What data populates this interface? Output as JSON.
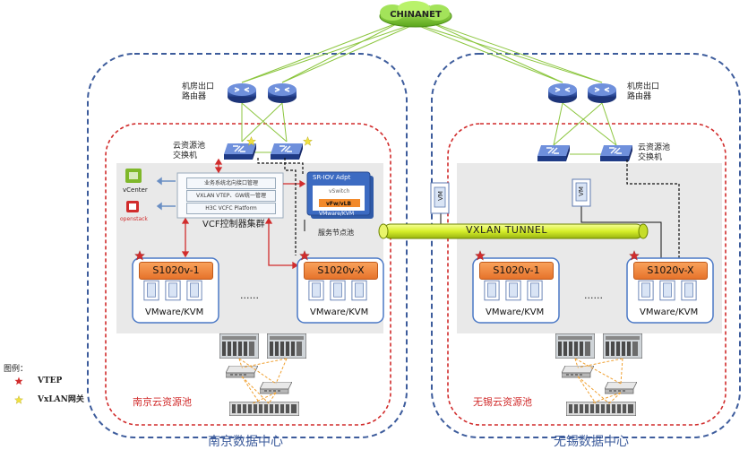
{
  "internet": {
    "label": "CHINANET"
  },
  "datacenters": [
    {
      "name": "南京数据中心",
      "pool": "南京云资源池",
      "router_label": "机房出口\n路由器",
      "switch_label": "云资源池\n交换机"
    },
    {
      "name": "无锡数据中心",
      "pool": "无锡云资源池",
      "router_label": "机房出口\n路由器",
      "switch_label": "云资源池\n交换机"
    }
  ],
  "controller": {
    "rows": [
      "业务系统北向接口管理",
      "VXLAN VTEP、GW统一管理",
      "H3C VCFC Platform"
    ],
    "cluster_label": "VCF控制器集群",
    "vcenter": "vCenter",
    "openstack": "openstack"
  },
  "service_node": {
    "title": "SR-IOV Adpt",
    "vswitch": "vSwitch",
    "vfw": "vFw/vLB",
    "hypervisor": "VMware/KVM",
    "label": "服务节点池"
  },
  "vm_label": "VM",
  "tunnel": {
    "label": "VXLAN TUNNEL"
  },
  "servers": [
    {
      "name": "S1020v-1",
      "hypervisor": "VMware/KVM"
    },
    {
      "name": "S1020v-X",
      "hypervisor": "VMware/KVM"
    },
    {
      "name": "S1020v-1",
      "hypervisor": "VMware/KVM"
    },
    {
      "name": "S1020v-X",
      "hypervisor": "VMware/KVM"
    }
  ],
  "ellipsis": "......",
  "legend": {
    "title": "图例：",
    "items": [
      {
        "label": "VTEP",
        "color": "#d12c2c",
        "icon": "red-star-icon"
      },
      {
        "label": "VxLAN网关",
        "color": "#f0e040",
        "icon": "yellow-star-icon"
      }
    ]
  },
  "colors": {
    "dc_border": "#3d5c9c",
    "pool_border": "#d12c2c",
    "link_green": "#8cc63f",
    "server_orange": "#f08a3c",
    "device_blue": "#2a4a9c"
  }
}
